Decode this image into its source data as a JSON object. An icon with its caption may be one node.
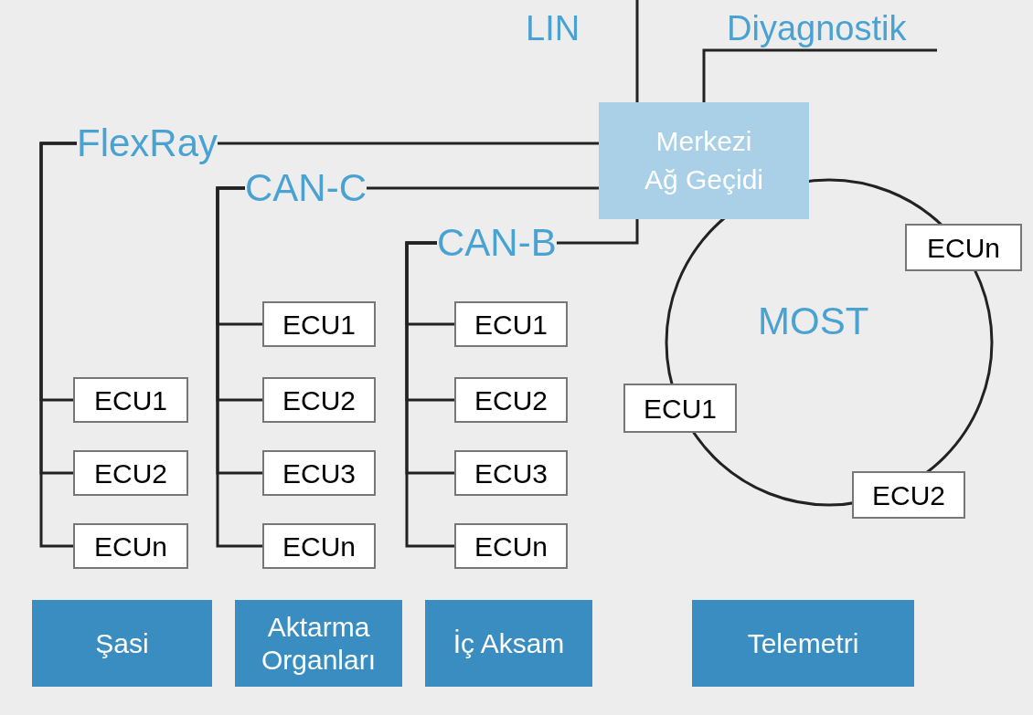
{
  "diagram": {
    "nodes": [
      {
        "text": [
          "Merkezi Ağ Geçidi"
        ]
      },
      {
        "text": [
          "FlexRay"
        ]
      },
      {
        "text": [
          "CAN-C"
        ]
      },
      {
        "text": [
          "CAN-B"
        ]
      },
      {
        "text": [
          "ECU1"
        ]
      },
      {
        "text": [
          "ECU2"
        ]
      },
      {
        "text": [
          "ECUn"
        ]
      },
      {
        "text": [
          "ECU1"
        ]
      },
      {
        "text": [
          "ECU2"
        ]
      },
      {
        "text": [
          "ECU3"
        ]
      },
      {
        "text": [
          "ECUn"
        ]
      },
      {
        "text": [
          "ECU1"
        ]
      },
      {
        "text": [
          "ECU2"
        ]
      },
      {
        "text": [
          "ECU3"
        ]
      },
      {
        "text": [
          "ECUn"
        ]
      },
      {
        "text": [
          "MOST"
        ]
      },
      {
        "text": [
          "ECUn"
        ]
      },
      {
        "text": [
          "ECU1"
        ]
      },
      {
        "text": [
          "ECU2"
        ]
      },
      {
        "text": [
          "Şasi"
        ]
      },
      {
        "text": [
          "Aktarma Organları"
        ]
      },
      {
        "text": [
          "İç Aksam"
        ]
      },
      {
        "text": [
          "Telemetri"
        ]
      }
    ],
    "edges": [
      {
        "from": null,
        "to": 0,
        "arrow": "none"
      },
      {
        "from": 0,
        "to": null,
        "arrow": "none"
      },
      {
        "from": 0,
        "to": 1,
        "arrow": "none"
      },
      {
        "from": 1,
        "to": 4,
        "arrow": "none"
      },
      {
        "from": 1,
        "to": 5,
        "arrow": "none"
      },
      {
        "from": 1,
        "to": 6,
        "arrow": "none"
      },
      {
        "from": 0,
        "to": 2,
        "arrow": "none"
      },
      {
        "from": 2,
        "to": 7,
        "arrow": "none"
      },
      {
        "from": 2,
        "to": 8,
        "arrow": "none"
      },
      {
        "from": 2,
        "to": 9,
        "arrow": "none"
      },
      {
        "from": 2,
        "to": 10,
        "arrow": "none"
      },
      {
        "from": 0,
        "to": 3,
        "arrow": "none"
      },
      {
        "from": 3,
        "to": 11,
        "arrow": "none"
      },
      {
        "from": 3,
        "to": 12,
        "arrow": "none"
      },
      {
        "from": 3,
        "to": 13,
        "arrow": "none"
      },
      {
        "from": 3,
        "to": 14,
        "arrow": "none"
      }
    ],
    "labels": [
      "LIN",
      "Diyagnostik"
    ]
  }
}
